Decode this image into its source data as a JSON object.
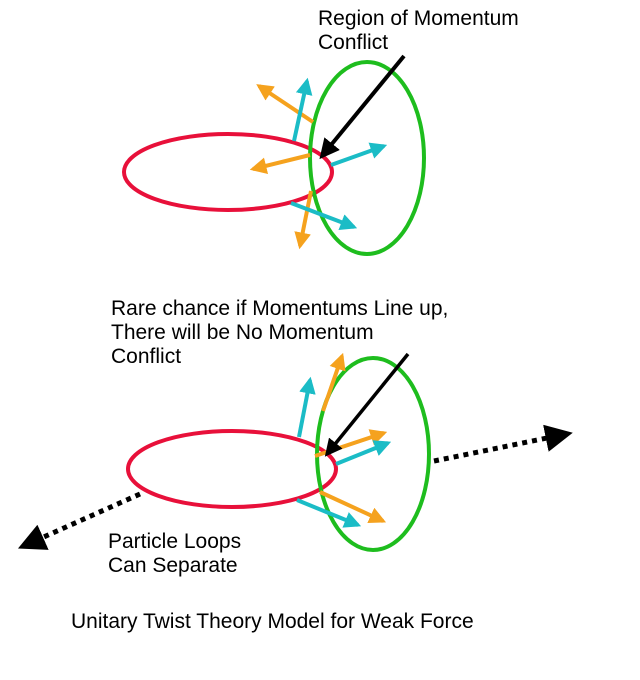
{
  "colors": {
    "red_loop": "#e8103a",
    "green_loop": "#1ebd1e",
    "orange_arrow": "#f5a21e",
    "teal_arrow": "#1bbcc6",
    "pointer": "#000000",
    "background": "#ffffff"
  },
  "panels": [
    {
      "name": "conflict",
      "annotation_lines": [
        "Region of Momentum",
        "Conflict"
      ]
    },
    {
      "name": "aligned",
      "annotation_lines": [
        "Rare chance if Momentums Line up,",
        "There will be No Momentum",
        "Conflict"
      ],
      "separation_lines": [
        "Particle Loops",
        "Can Separate"
      ]
    }
  ],
  "title": "Unitary Twist Theory Model for Weak Force",
  "icons": {
    "pointer_arrow": "arrow-icon",
    "separation_arrow": "dotted-arrow-icon"
  }
}
